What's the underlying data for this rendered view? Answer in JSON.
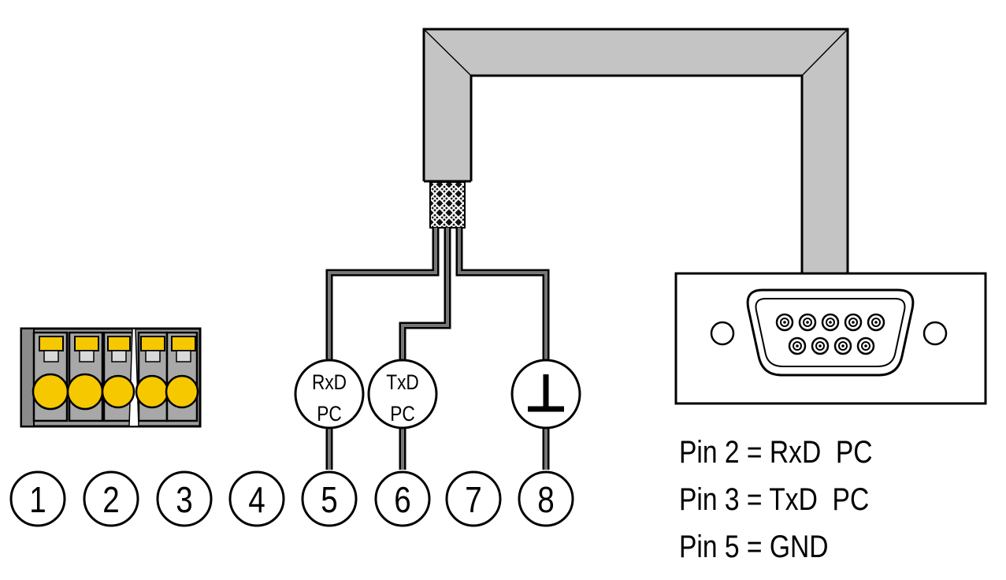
{
  "colors": {
    "cable": "#c4c4c4",
    "terminal_body": "#9e9e9e",
    "terminal_yellow": "#f5c800",
    "wire": "#777777",
    "outline": "#000000"
  },
  "terminal_block": {
    "numbers": [
      "1",
      "2",
      "3",
      "4",
      "5",
      "6",
      "7",
      "8"
    ]
  },
  "signals": [
    {
      "line1": "RxD",
      "line2": "PC"
    },
    {
      "line1": "TxD",
      "line2": "PC"
    }
  ],
  "ground_symbol": "ground-icon",
  "dsub_connector": {
    "pins_top_row": 5,
    "pins_bottom_row": 4
  },
  "pin_legend": [
    "Pin 2 = RxD  PC",
    "Pin 3 = TxD  PC",
    "Pin 5 = GND"
  ]
}
